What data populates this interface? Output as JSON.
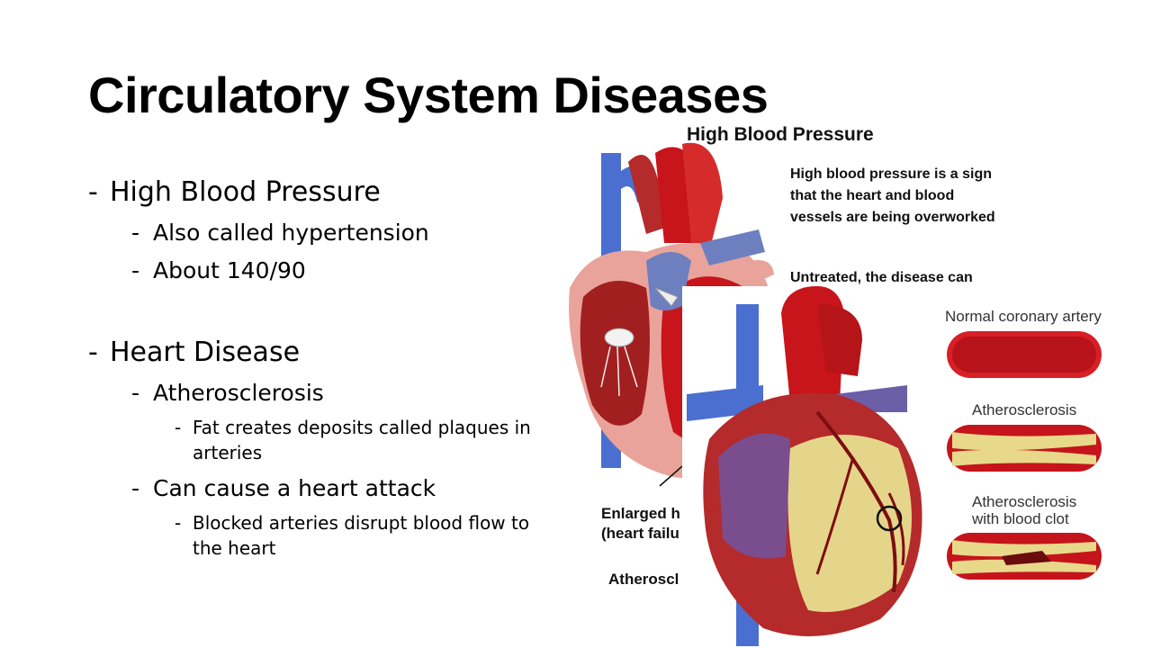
{
  "title": "Circulatory System Diseases",
  "bullets": [
    {
      "level": 1,
      "text": "High Blood Pressure"
    },
    {
      "level": 2,
      "text": "Also called hypertension"
    },
    {
      "level": 2,
      "text": "About 140/90"
    },
    {
      "level": 1,
      "text": "Heart Disease"
    },
    {
      "level": 2,
      "text": "Atherosclerosis"
    },
    {
      "level": 3,
      "text": "Fat creates deposits called plaques in arteries"
    },
    {
      "level": 2,
      "text": "Can cause a heart attack"
    },
    {
      "level": 3,
      "text": "Blocked arteries disrupt blood flow to the heart"
    }
  ],
  "dash": "-",
  "figure_hbp": {
    "title": "High Blood Pressure",
    "description": "High blood pressure is a sign that the heart and blood vessels are being overworked",
    "untreated_text": "Untreated, the disease can",
    "enlarged_label": "Enlarged h (heart failu",
    "atherosclerosis_label": "Atheroscl"
  },
  "figure_ath": {
    "normal_label": "Normal coronary artery",
    "ath_label": "Atherosclerosis",
    "clot_label_line1": "Atherosclerosis",
    "clot_label_line2": "with blood clot"
  },
  "colors": {
    "artery_red": "#c8141b",
    "vein_blue": "#4a6fd0",
    "plaque_yellow": "#e8d88a",
    "heart_pink": "#e9a39a"
  }
}
